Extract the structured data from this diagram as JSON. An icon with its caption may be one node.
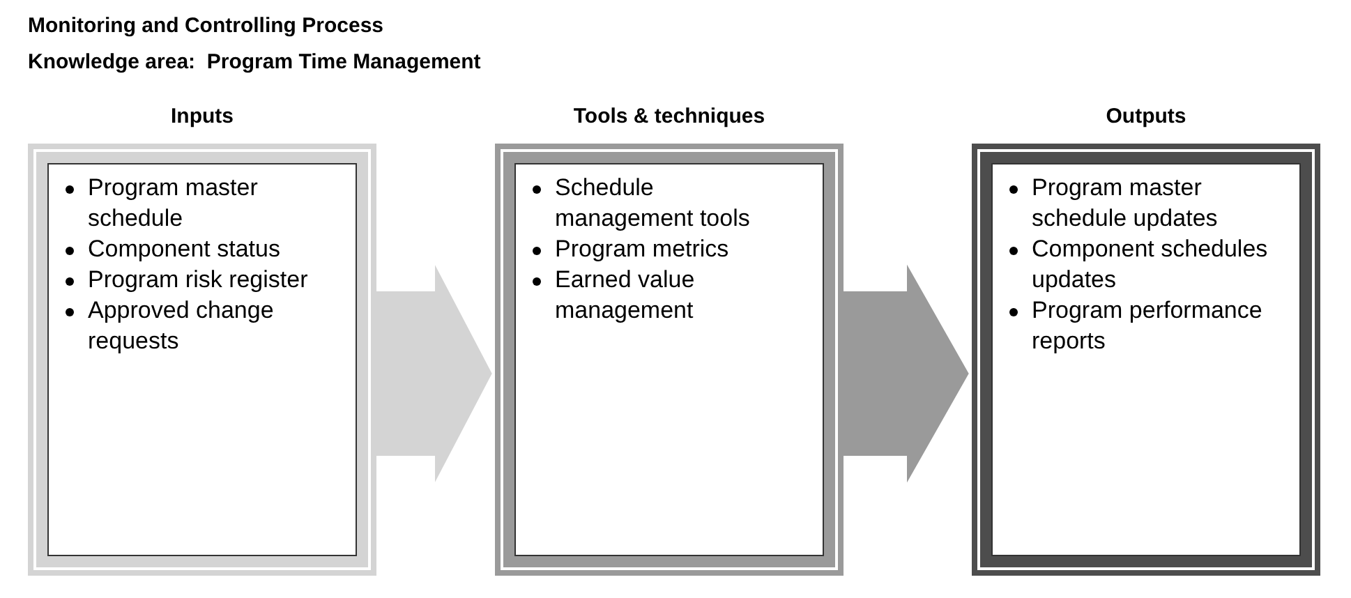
{
  "diagram": {
    "title": "Monitoring and Controlling Process",
    "labels": [
      "Knowledge area:  Program Time Management"
    ],
    "nodes": [
      {
        "text": [
          "Inputs",
          "Program master schedule",
          "Component status",
          "Program risk register",
          "Approved change requests"
        ]
      },
      {
        "text": [
          "Tools & techniques",
          "Schedule management tools",
          "Program metrics",
          "Earned value management"
        ]
      },
      {
        "text": [
          "Outputs",
          "Program master schedule updates",
          "Component schedules updates",
          "Program performance reports"
        ]
      }
    ],
    "edges": [
      {
        "from": 0,
        "to": 1,
        "arrow": "to",
        "style": "thick",
        "color": "#d4d4d4"
      },
      {
        "from": 1,
        "to": 2,
        "arrow": "to",
        "style": "thick",
        "color": "#9a9a9a"
      }
    ]
  }
}
